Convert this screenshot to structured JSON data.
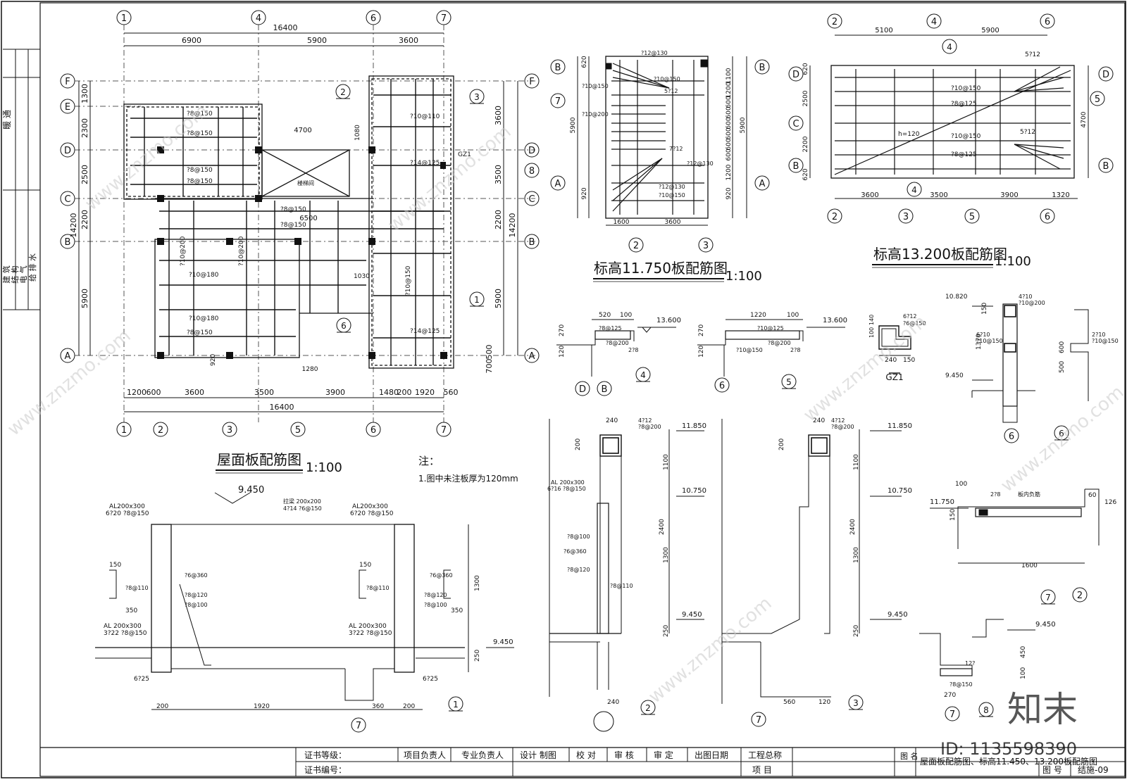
{
  "sidebar": {
    "label_top": "暖 通",
    "labels": [
      "建 筑",
      "结 构",
      "电 气",
      "给 排 水"
    ]
  },
  "roof_plan": {
    "title": "屋面板配筋图",
    "scale": "1:100",
    "axis_top": [
      "1",
      "4",
      "6",
      "7"
    ],
    "axis_bottom": [
      "1",
      "2",
      "3",
      "5",
      "6",
      "7"
    ],
    "axis_left": [
      "F",
      "E",
      "D",
      "C",
      "B",
      "A"
    ],
    "axis_right": [
      "F",
      "D",
      "8",
      "C",
      "B",
      "A"
    ],
    "dim_top_total": "16400",
    "dim_top": [
      "6900",
      "5900",
      "3600"
    ],
    "dim_bottom_total": "16400",
    "dim_bottom": [
      "1200",
      "600",
      "3600",
      "3500",
      "3900",
      "1480",
      "200",
      "1920",
      "560"
    ],
    "dim_left_total": "14200",
    "dim_left": [
      "1300",
      "2300",
      "2500",
      "2200",
      "5900"
    ],
    "dim_right_total": "14200",
    "dim_right": [
      "3600",
      "3500",
      "2200",
      "5900",
      "700",
      "500"
    ],
    "rebar_labels": [
      "?8@150",
      "?8@150",
      "?8@150",
      "?8@150",
      "?8@150",
      "?8@150",
      "?10@200",
      "?10@200",
      "?10@180",
      "?10@180",
      "?14@125",
      "?10@110",
      "?10@150",
      "?14@125",
      "?8@150"
    ],
    "misc": [
      "4700",
      "6500",
      "1080",
      "GZ1",
      "楼梯间",
      "1280",
      "920",
      "1030"
    ],
    "markers": [
      "2",
      "3",
      "1",
      "6"
    ],
    "notes_title": "注：",
    "notes": [
      "1.图中未注板厚为120mm"
    ]
  },
  "plan_1175": {
    "title": "标高11.750板配筋图",
    "scale": "1:100",
    "axis_left": [
      "B",
      "7",
      "A"
    ],
    "axis_right": [
      "B",
      "A"
    ],
    "axis_bottom": [
      "2",
      "3"
    ],
    "dim_left": [
      "620",
      "5900",
      "920"
    ],
    "dim_right": [
      "1100",
      "1200",
      "600",
      "600",
      "600",
      "600",
      "600",
      "600",
      "5900",
      "1200",
      "920"
    ],
    "dim_bottom": [
      "1600",
      "3600"
    ],
    "rebar_labels": [
      "?12@130",
      "?10@150",
      "5?12",
      "?10@150",
      "?10@200",
      "?12@130",
      "7?12",
      "?12@130",
      "?10@150"
    ]
  },
  "plan_1320": {
    "title": "标高13.200板配筋图",
    "scale": "1:100",
    "axis_top": [
      "2",
      "4",
      "6"
    ],
    "axis_bottom": [
      "2",
      "3",
      "5",
      "6"
    ],
    "axis_left": [
      "D",
      "C",
      "B"
    ],
    "axis_right": [
      "D",
      "5",
      "B"
    ],
    "dim_top": [
      "5100",
      "5900"
    ],
    "dim_bottom": [
      "3600",
      "3500",
      "3900",
      "1320"
    ],
    "dim_left": [
      "620",
      "2500",
      "2200",
      "620"
    ],
    "dim_right": [
      "4700"
    ],
    "rebar_labels": [
      "5?12",
      "?10@150",
      "?8@125",
      "?10@150",
      "?8@125",
      "5?12",
      "h=120"
    ],
    "markers": [
      "4",
      "4",
      "5"
    ]
  },
  "details": {
    "d4": {
      "mark": "4",
      "dims": [
        "520",
        "100",
        "270",
        "120"
      ],
      "level": "13.600",
      "rebar": [
        "?8@125",
        "?8@200",
        "2?8"
      ],
      "axes": [
        "D",
        "B"
      ]
    },
    "d5": {
      "mark": "5",
      "dims": [
        "1220",
        "100",
        "270",
        "120"
      ],
      "level": "13.600",
      "rebar": [
        "?10@125",
        "?10@150",
        "?8@200",
        "2?8"
      ],
      "axes": [
        "6"
      ]
    },
    "gz1": {
      "name": "GZ1",
      "dims": [
        "240",
        "150",
        "100",
        "140"
      ],
      "rebar": [
        "6?12",
        "?6@150"
      ]
    },
    "d6": {
      "mark": "6",
      "levels": [
        "10.820",
        "9.450"
      ],
      "dims": [
        "150",
        "1370",
        "600",
        "500"
      ],
      "rebar": [
        "4?10",
        "?10@200",
        "6?10",
        "?10@150",
        "2?10",
        "?10@150"
      ],
      "axes": [
        "6"
      ]
    },
    "d1": {
      "mark": "1",
      "level": "9.450",
      "level2": "9.450",
      "beam_top": "AL200x300",
      "beam_top_rebar": "6?20 ?8@150",
      "beam_mid": "拉梁 200x200",
      "beam_mid_rebar": "4?14 ?6@150",
      "beam_bot": "AL 200x300",
      "beam_bot_rebar": "3?22 ?8@150",
      "rebar": [
        "?8@110",
        "?6@360",
        "?8@120",
        "?8@100"
      ],
      "dims": [
        "150",
        "350",
        "200",
        "1920",
        "360",
        "200",
        "1300",
        "250"
      ],
      "bars": "6?25",
      "axes": [
        "7"
      ]
    },
    "d2": {
      "mark": "2",
      "levels": [
        "11.850",
        "10.750",
        "9.450"
      ],
      "dims": [
        "240",
        "200",
        "1100",
        "2400",
        "1300",
        "250",
        "240"
      ],
      "rebar": [
        "4?12",
        "?8@200",
        "AL 200x300",
        "6?16 ?8@150",
        "?8@100",
        "?6@360",
        "?8@120",
        "?8@110"
      ]
    },
    "d3": {
      "mark": "3",
      "levels": [
        "11.850",
        "10.750",
        "9.450"
      ],
      "dims": [
        "240",
        "200",
        "1100",
        "2400",
        "1300",
        "250",
        "560",
        "120"
      ],
      "rebar": [
        "4?12",
        "?8@200"
      ],
      "axes": [
        "7"
      ]
    },
    "d7": {
      "mark": "7",
      "level": "11.750",
      "dims": [
        "100",
        "60",
        "126",
        "150",
        "1600"
      ],
      "rebar": [
        "2?8"
      ],
      "note": "板内负筋",
      "axes": [
        "2"
      ]
    },
    "d8": {
      "mark": "8",
      "level": "9.450",
      "dims": [
        "450",
        "270",
        "100"
      ],
      "rebar": [
        "?8@150",
        "12?"
      ],
      "axes": [
        "7"
      ]
    }
  },
  "title_block": {
    "cert_grade": "证书等级：",
    "cert_no": "证书编号：",
    "roles": [
      "项目负责人",
      "专业负责人",
      "设计 制图",
      "校 对",
      "审 核",
      "审 定",
      "出图日期",
      "工程总称"
    ],
    "project_label": "项 目",
    "drawing_name_label": "图 名",
    "drawing_name": "屋面板配筋图、标高11.450、13.200板配筋图",
    "drawing_no_label": "图 号",
    "drawing_no": "结施-09"
  },
  "watermark": {
    "brand": "知末",
    "site": "www.znzmo.com",
    "id": "ID: 1135598390"
  }
}
